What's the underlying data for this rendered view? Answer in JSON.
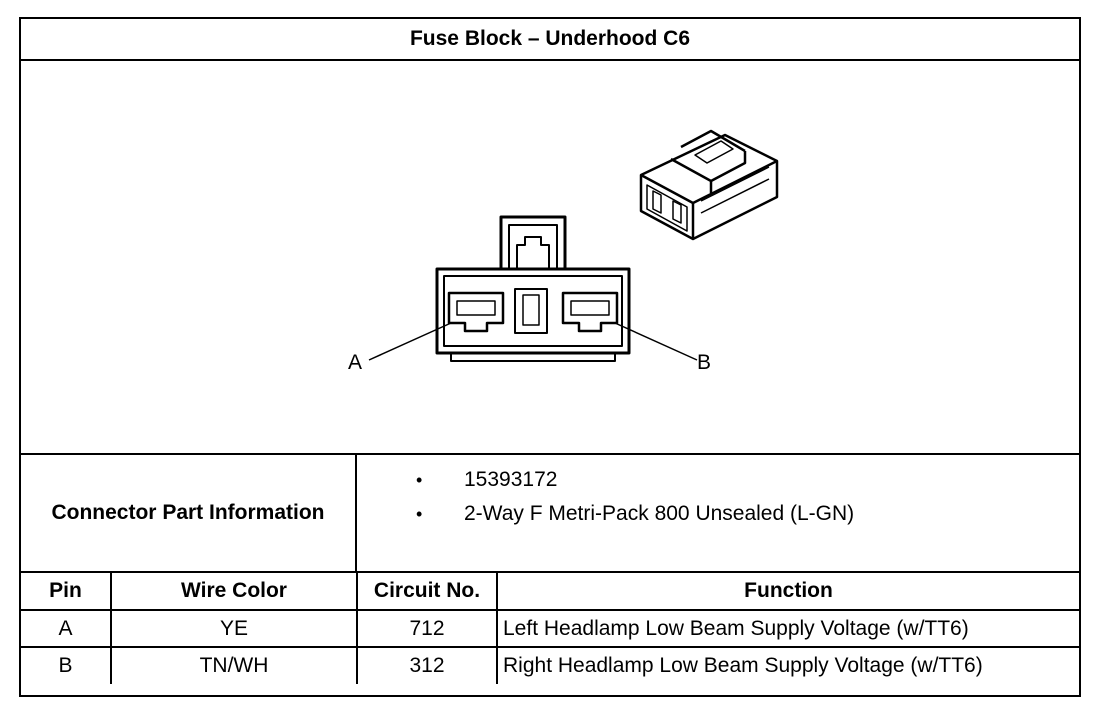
{
  "title": "Fuse Block – Underhood C6",
  "drawing": {
    "pin_labels": [
      "A",
      "B"
    ]
  },
  "connector_info": {
    "label": "Connector Part Information",
    "items": [
      "15393172",
      "2-Way F Metri-Pack 800 Unsealed (L-GN)"
    ],
    "bullet": "•"
  },
  "table": {
    "headers": [
      "Pin",
      "Wire Color",
      "Circuit No.",
      "Function"
    ],
    "rows": [
      {
        "pin": "A",
        "wire_color": "YE",
        "circuit": "712",
        "function": "Left Headlamp Low Beam Supply Voltage (w/TT6)"
      },
      {
        "pin": "B",
        "wire_color": "TN/WH",
        "circuit": "312",
        "function": "Right Headlamp Low Beam Supply Voltage (w/TT6)"
      }
    ]
  }
}
